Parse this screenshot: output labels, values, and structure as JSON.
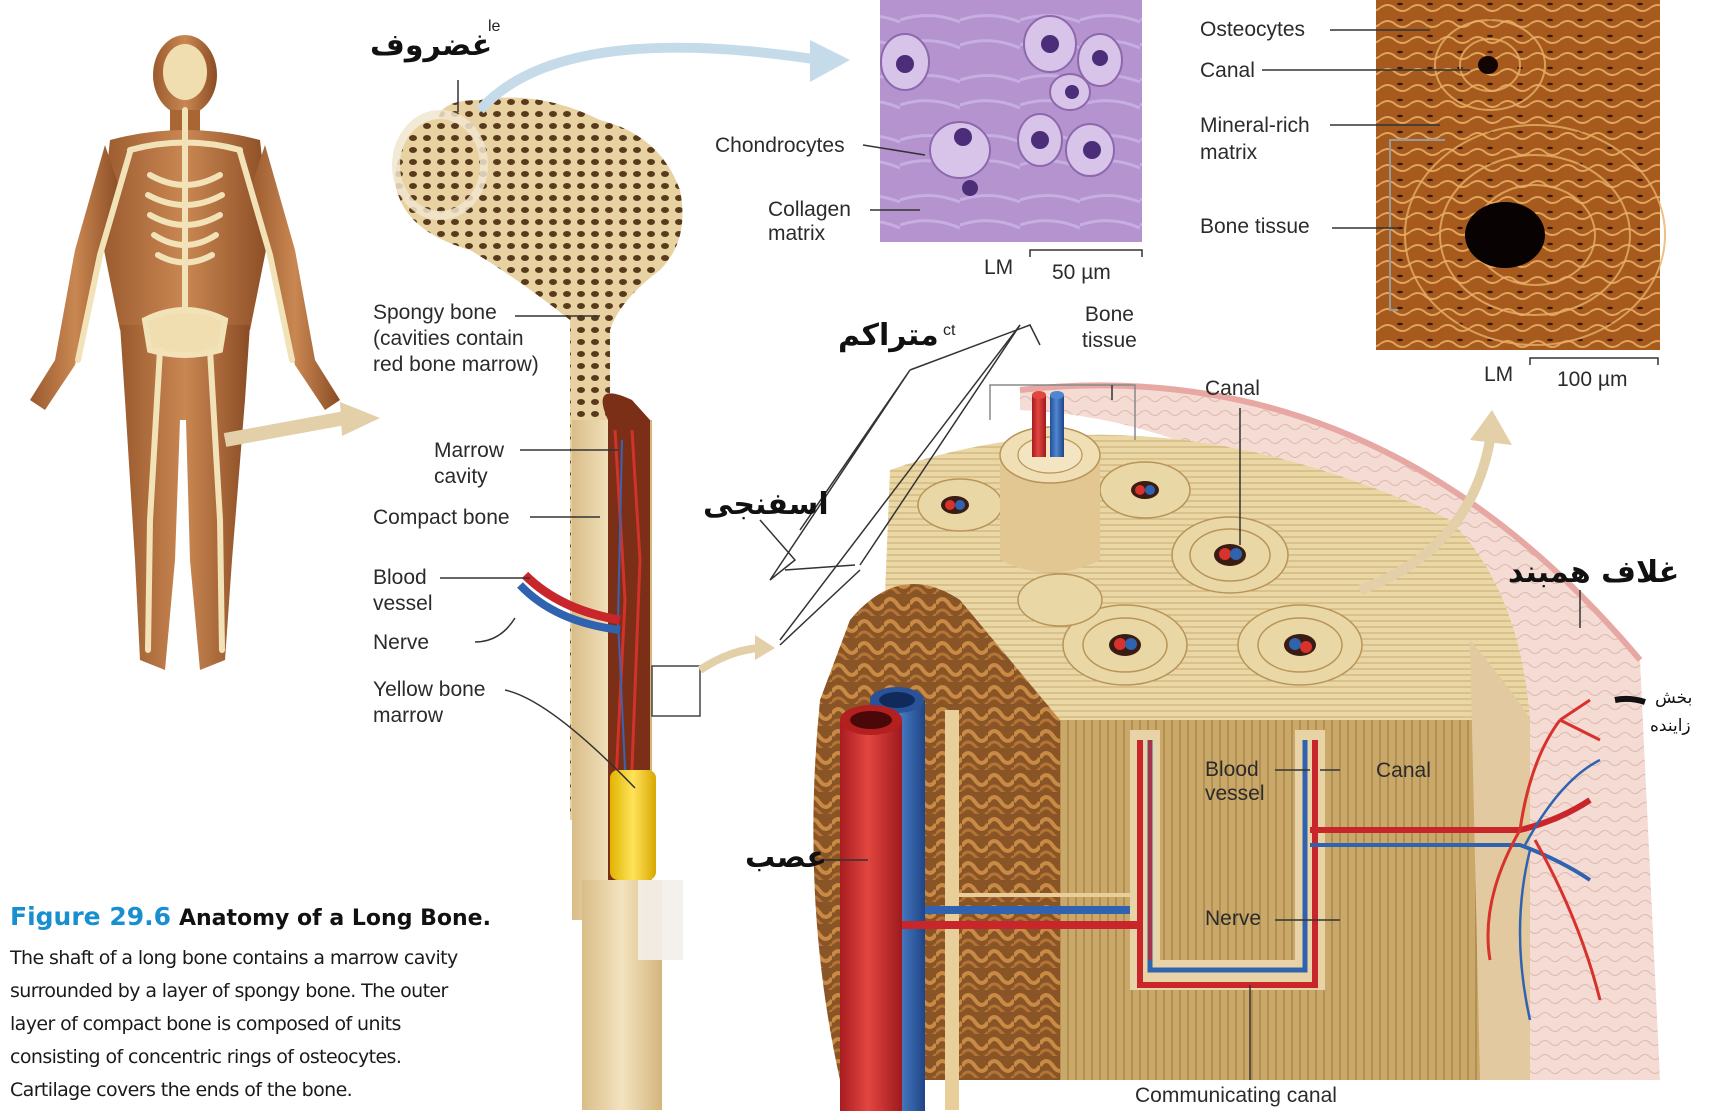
{
  "figure": {
    "number": "Figure 29.6",
    "title": "Anatomy of a Long Bone.",
    "caption_lines": [
      "The shaft of a long bone contains a marrow cavity",
      "surrounded by a layer of spongy bone. The outer",
      "layer of compact bone is composed of units",
      "consisting of concentric rings of osteocytes.",
      "Cartilage covers the ends of the bone."
    ]
  },
  "labels": {
    "spongy_bone": "Spongy bone\n(cavities contain\nred bone marrow)",
    "marrow_cavity": "Marrow\ncavity",
    "compact_bone": "Compact bone",
    "blood_vessel": "Blood\nvessel",
    "nerve": "Nerve",
    "yellow_marrow": "Yellow bone\nmarrow",
    "chondrocytes": "Chondrocytes",
    "collagen_matrix": "Collagen\nmatrix",
    "lm_1": "LM",
    "scale_1": "50 µm",
    "osteocytes": "Osteocytes",
    "canal_top": "Canal",
    "mineral_matrix": "Mineral-rich\nmatrix",
    "bone_tissue_top": "Bone tissue",
    "lm_2": "LM",
    "scale_2": "100 µm",
    "bone_tissue_block": "Bone\ntissue",
    "canal_block": "Canal",
    "blood_vessel_block": "Blood\nvessel",
    "canal_block_2": "Canal",
    "nerve_block": "Nerve",
    "communicating_canal": "Communicating canal"
  },
  "persian": {
    "cartilage": "غضروف",
    "compact": "متراکم",
    "spongy": "اسفنجی",
    "nerve": "عصب",
    "periosteum": "غلاف همبند",
    "generative_1": "بخش",
    "generative_2": "زاینده"
  },
  "leftovers": {
    "cartilage_sup": "le",
    "compact_sup": "ct"
  },
  "colors": {
    "figure_blue": "#1a8fd0",
    "bone_tan": "#e8cf9a",
    "artery_red": "#c8262a",
    "vein_blue": "#2f63b0",
    "histology_purple": "#a884c4",
    "osteon_brown": "#b5651d"
  }
}
